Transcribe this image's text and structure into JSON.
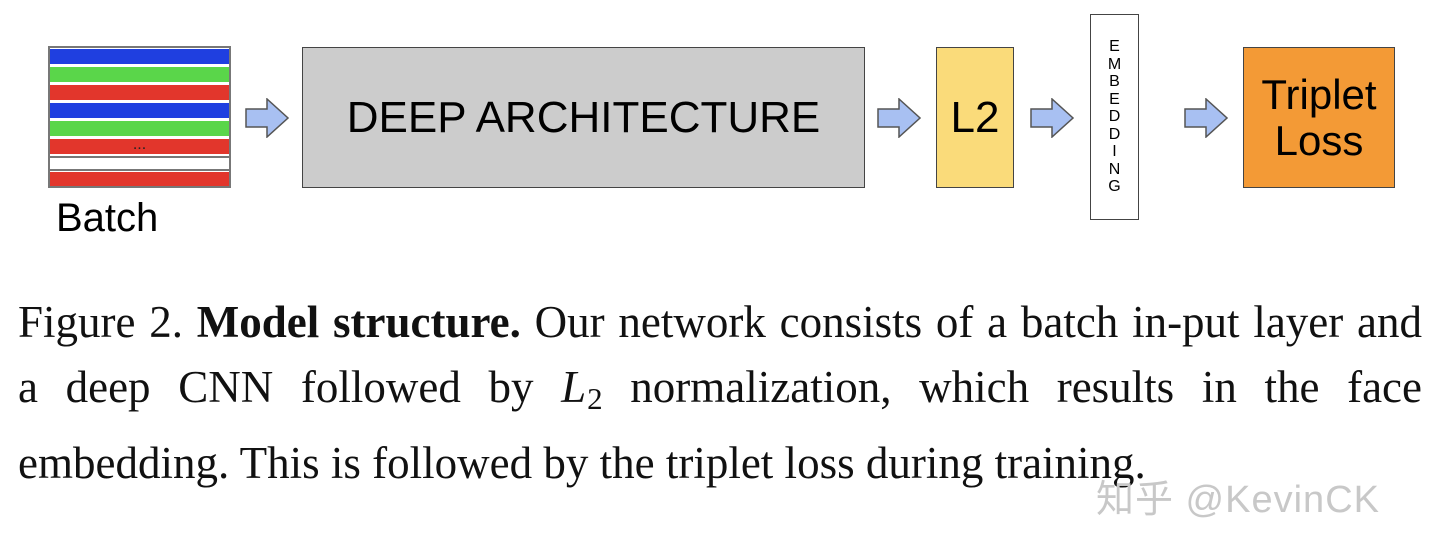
{
  "diagram": {
    "batch": {
      "label": "Batch",
      "ellipsis": "...",
      "stripe_colors": [
        "#1f3fe0",
        "#5ad64a",
        "#e2362c",
        "#1f3fe0",
        "#5ad64a",
        "#e2362c",
        "#ffffff",
        "#e2362c"
      ]
    },
    "deep_architecture": {
      "label": "DEEP ARCHITECTURE",
      "color": "#cccccc"
    },
    "l2": {
      "label": "L2",
      "color": "#fadb7a"
    },
    "embedding": {
      "letters": [
        "E",
        "M",
        "B",
        "E",
        "D",
        "D",
        "I",
        "N",
        "G"
      ]
    },
    "triplet_loss": {
      "line1": "Triplet",
      "line2": "Loss",
      "color": "#f39a36"
    },
    "arrow_color": "#a8c0f2"
  },
  "caption": {
    "prefix": "Figure 2. ",
    "bold": "Model structure.",
    "text_before_math": " Our network consists of a batch in-put layer and a deep CNN followed by ",
    "math_main": "L",
    "math_sub": "2",
    "text_after_math": " normalization, which results in the face embedding. This is followed by the triplet loss during training."
  },
  "watermark": "知乎 @KevinCK"
}
